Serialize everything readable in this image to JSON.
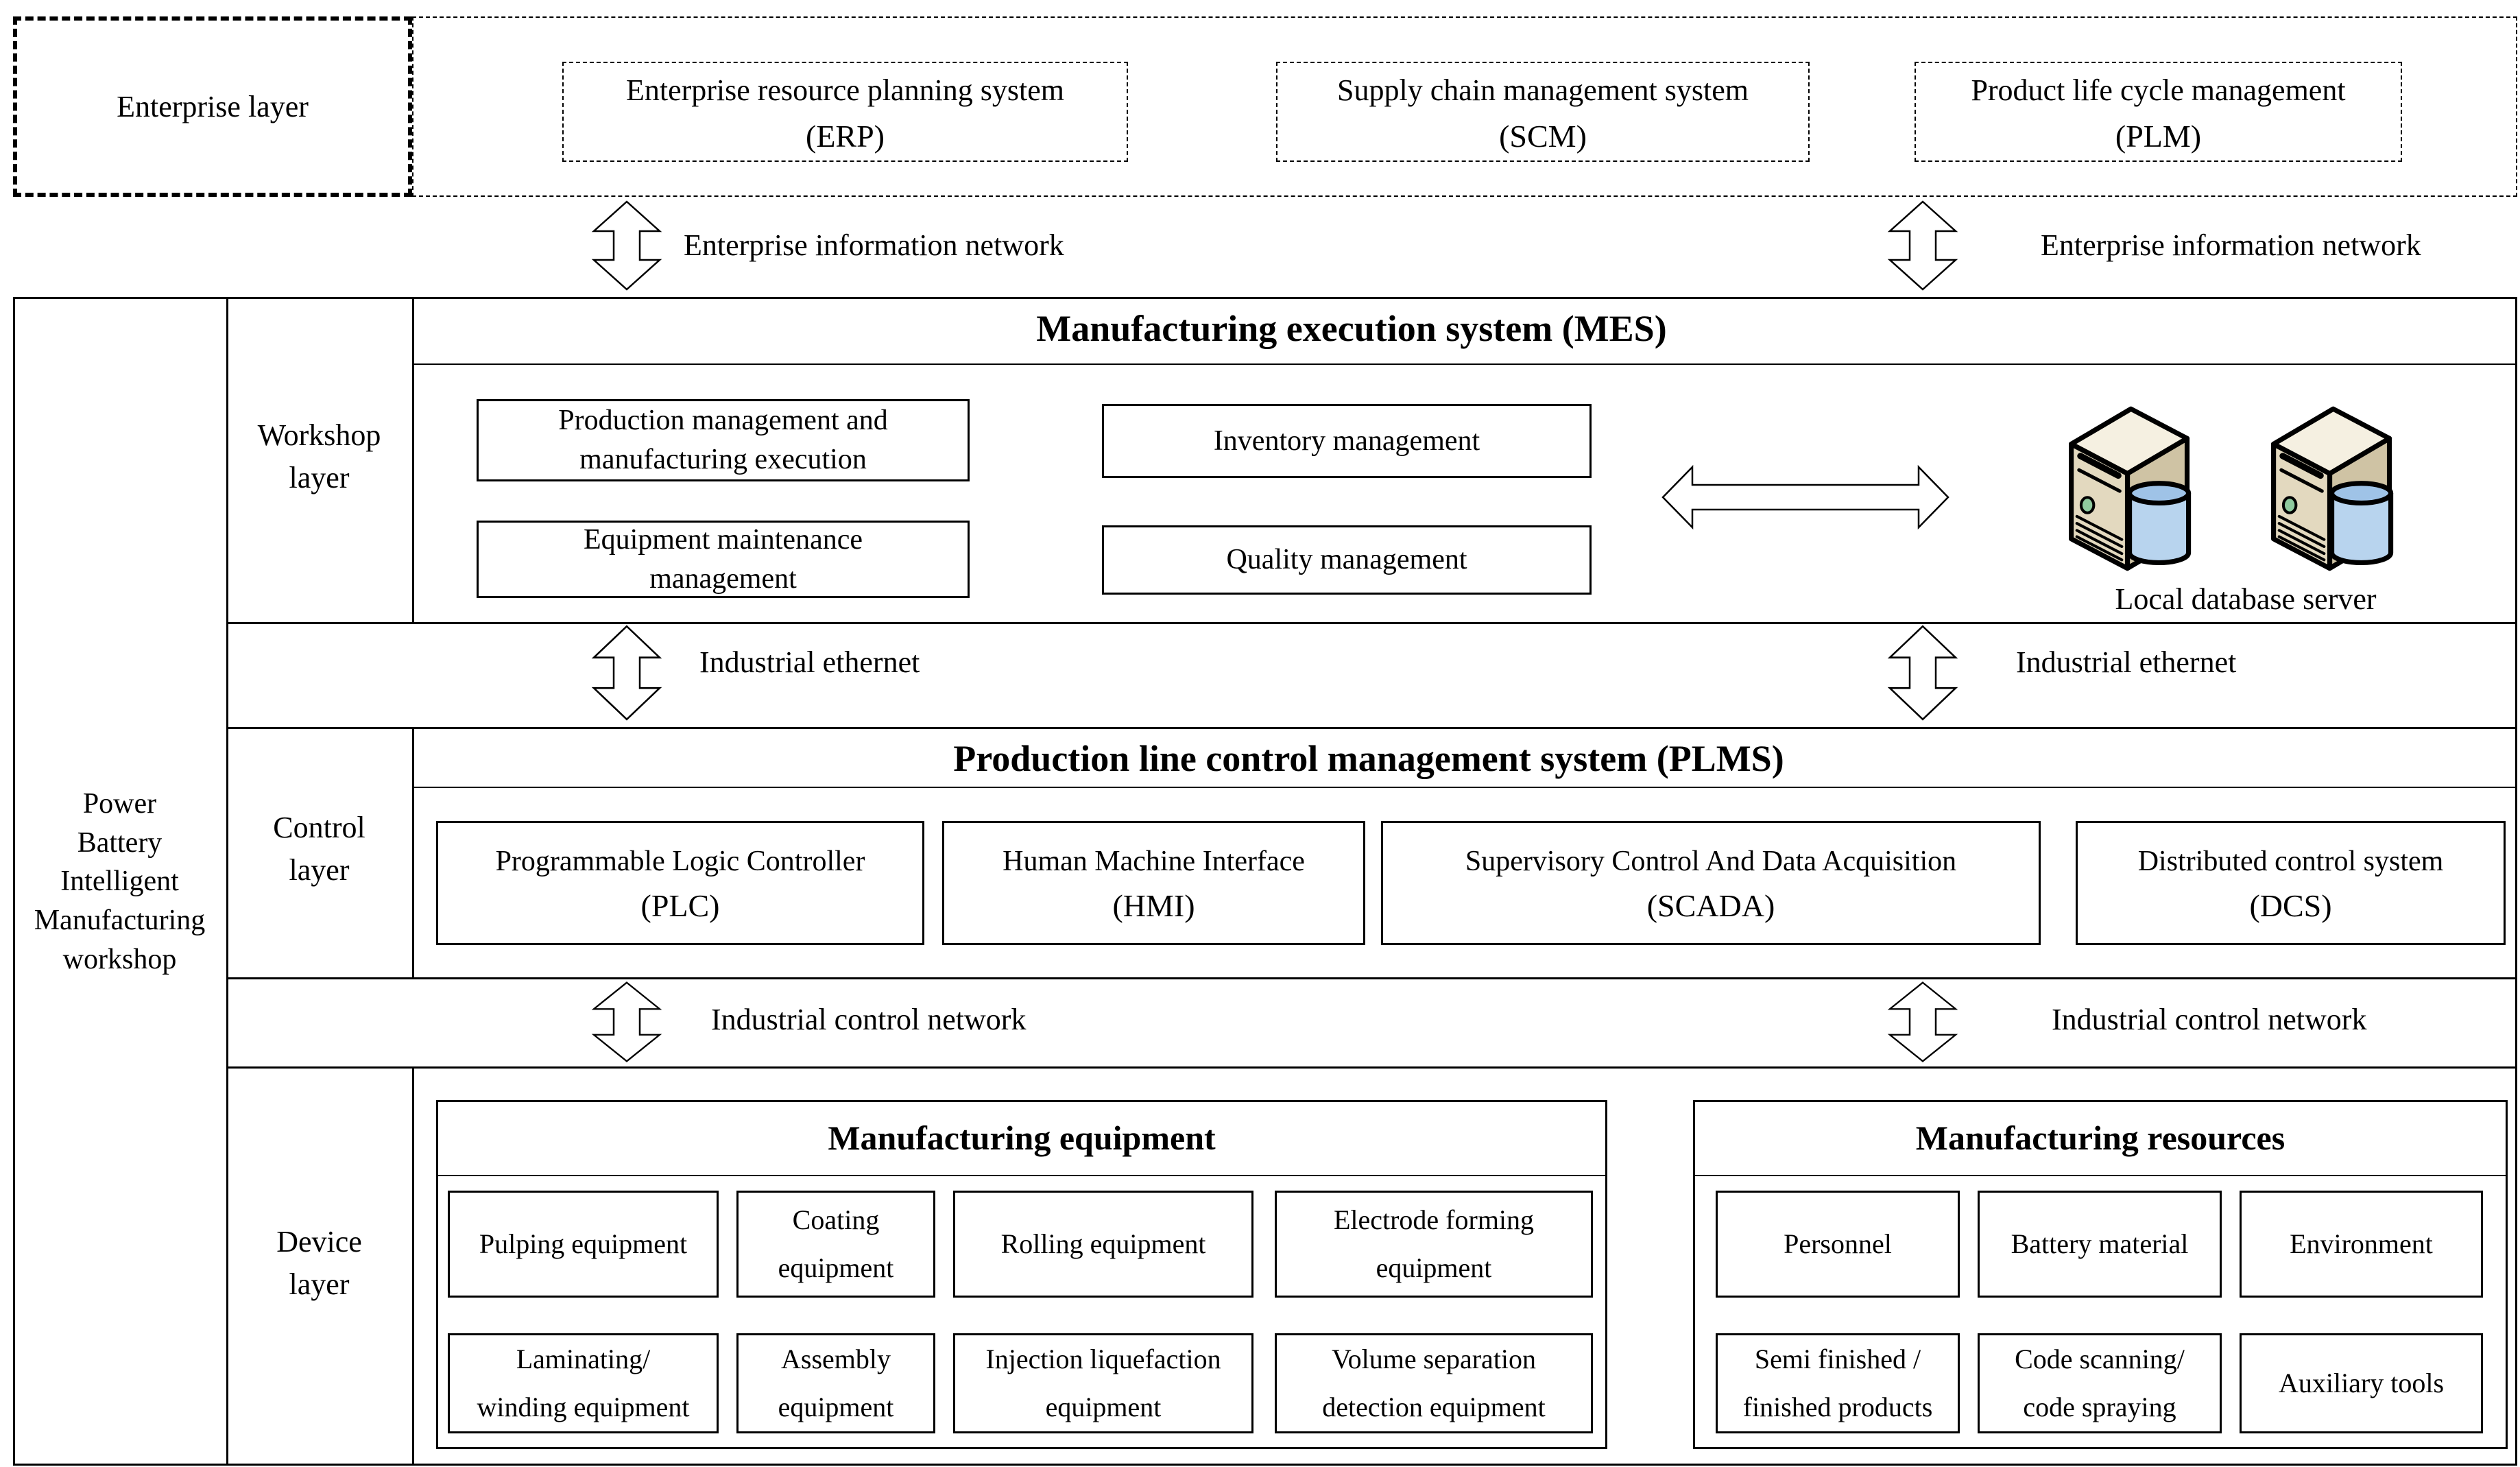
{
  "colors": {
    "line": "#000000",
    "server_top": "#f5f0e1",
    "server_body": "#e3d9bf",
    "server_side": "#cfc3a4",
    "cylinder": "#b8d4ee",
    "cylinder_top": "#9fc3e7",
    "led": "#8fca9e"
  },
  "enterprise": {
    "layer_label": "Enterprise layer",
    "systems": [
      {
        "name": "Enterprise resource planning system",
        "abbr": "(ERP)"
      },
      {
        "name": "Supply chain management system",
        "abbr": "(SCM)"
      },
      {
        "name": "Product life cycle management",
        "abbr": "(PLM)"
      }
    ]
  },
  "connections": {
    "enterprise_network_left": "Enterprise information network",
    "enterprise_network_right": "Enterprise information network",
    "ethernet_left": "Industrial ethernet",
    "ethernet_right": "Industrial ethernet",
    "control_network_left": "Industrial control network",
    "control_network_right": "Industrial control network"
  },
  "workshop_frame": {
    "lines": [
      "Power",
      "Battery",
      "Intelligent",
      "Manufacturing",
      "workshop"
    ]
  },
  "layer_labels": {
    "workshop": {
      "lines": [
        "Workshop",
        "layer"
      ]
    },
    "control": {
      "lines": [
        "Control",
        "layer"
      ]
    },
    "device": {
      "lines": [
        "Device",
        "layer"
      ]
    }
  },
  "mes": {
    "title": "Manufacturing execution system (MES)",
    "modules": [
      {
        "lines": [
          "Production management and",
          "manufacturing execution"
        ]
      },
      {
        "lines": [
          "Equipment maintenance",
          "management"
        ]
      },
      {
        "lines": [
          "Inventory management"
        ]
      },
      {
        "lines": [
          "Quality management"
        ]
      }
    ],
    "database_label": "Local database server"
  },
  "plms": {
    "title": "Production line control management system (PLMS)",
    "modules": [
      {
        "name": "Programmable Logic Controller",
        "abbr": "(PLC)"
      },
      {
        "name": "Human Machine Interface",
        "abbr": "(HMI)"
      },
      {
        "name": "Supervisory Control And Data Acquisition",
        "abbr": "(SCADA)"
      },
      {
        "name": "Distributed control system",
        "abbr": "(DCS)"
      }
    ]
  },
  "device": {
    "equipment": {
      "title": "Manufacturing equipment",
      "row1": [
        {
          "lines": [
            "Pulping equipment"
          ]
        },
        {
          "lines": [
            "Coating",
            "equipment"
          ]
        },
        {
          "lines": [
            "Rolling equipment"
          ]
        },
        {
          "lines": [
            "Electrode forming",
            "equipment"
          ]
        }
      ],
      "row2": [
        {
          "lines": [
            "Laminating/",
            "winding equipment"
          ]
        },
        {
          "lines": [
            "Assembly",
            "equipment"
          ]
        },
        {
          "lines": [
            "Injection liquefaction",
            "equipment"
          ]
        },
        {
          "lines": [
            "Volume separation",
            "detection equipment"
          ]
        }
      ]
    },
    "resources": {
      "title": "Manufacturing resources",
      "row1": [
        {
          "lines": [
            "Personnel"
          ]
        },
        {
          "lines": [
            "Battery material"
          ]
        },
        {
          "lines": [
            "Environment"
          ]
        }
      ],
      "row2": [
        {
          "lines": [
            "Semi finished /",
            "finished products"
          ]
        },
        {
          "lines": [
            "Code scanning/",
            "code spraying"
          ]
        },
        {
          "lines": [
            "Auxiliary tools"
          ]
        }
      ]
    }
  }
}
